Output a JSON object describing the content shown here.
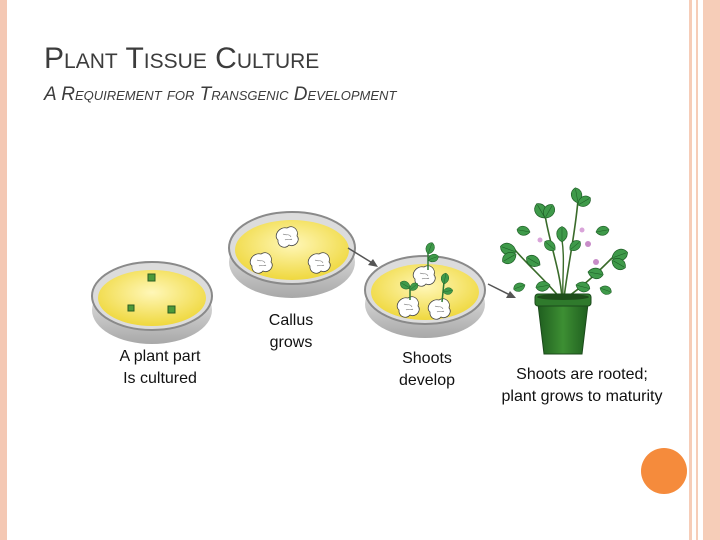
{
  "slide": {
    "title": "Plant Tissue Culture",
    "subtitle": "A Requirement for Transgenic Development"
  },
  "steps": [
    {
      "caption_line1": "A plant part",
      "caption_line2": "Is cultured"
    },
    {
      "caption_line1": "Callus",
      "caption_line2": "grows"
    },
    {
      "caption_line1": "Shoots",
      "caption_line2": "develop"
    },
    {
      "caption_line1": "Shoots are rooted;",
      "caption_line2": "plant grows to maturity"
    }
  ],
  "colors": {
    "accent_stripe": "#f4c8b4",
    "accent_circle": "#f58b3c",
    "dish_medium": "#f2e24c",
    "leaf_green": "#3f9a4a",
    "pot_green": "#2f7a2c"
  }
}
